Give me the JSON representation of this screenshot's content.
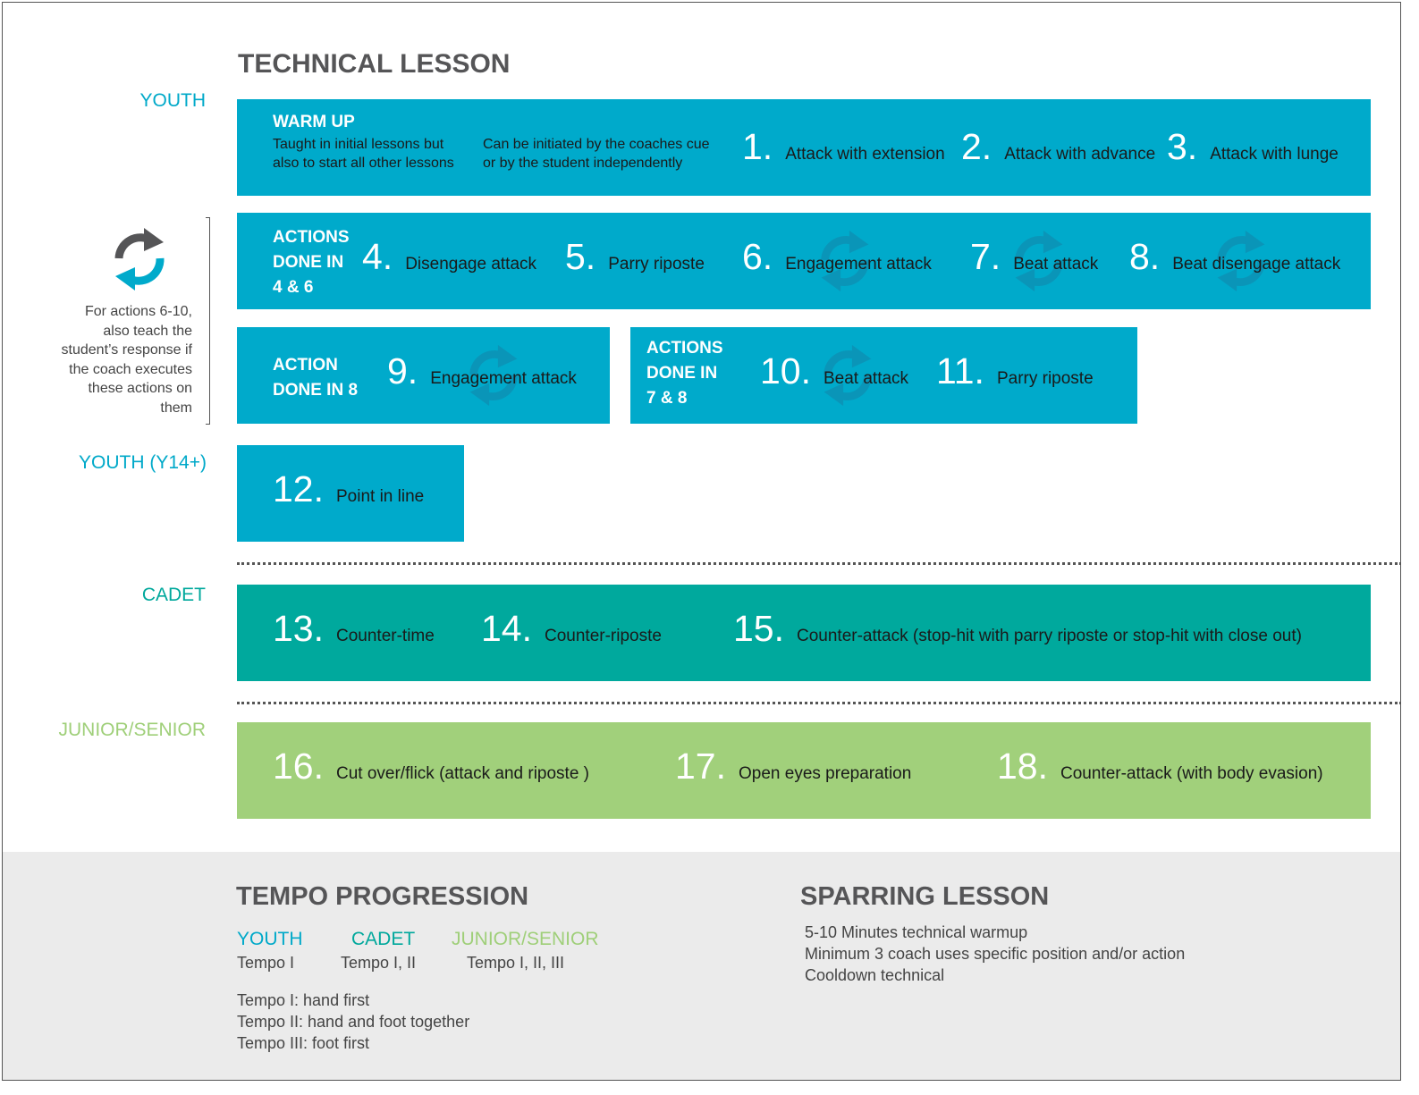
{
  "header": {
    "title": "TECHNICAL LESSON"
  },
  "levels": {
    "youth": "YOUTH",
    "youth14": "YOUTH (Y14+)",
    "cadet": "CADET",
    "junior": "JUNIOR/SENIOR"
  },
  "note": "For actions 6-10, also teach the student’s response if the coach executes these actions on them",
  "row1": {
    "header": "WARM UP",
    "sub1": "Taught in initial lessons but\nalso to start all other lessons",
    "sub2": "Can be initiated by the coaches cue\nor by the student independently",
    "items": [
      {
        "num": "1.",
        "label": "Attack with extension"
      },
      {
        "num": "2.",
        "label": "Attack with advance"
      },
      {
        "num": "3.",
        "label": "Attack with lunge"
      }
    ]
  },
  "row2": {
    "header": "ACTIONS\nDONE IN\n4 & 6",
    "items": [
      {
        "num": "4.",
        "label": "Disengage attack"
      },
      {
        "num": "5.",
        "label": "Parry riposte"
      },
      {
        "num": "6.",
        "label": "Engagement attack"
      },
      {
        "num": "7.",
        "label": "Beat attack"
      },
      {
        "num": "8.",
        "label": "Beat disengage attack"
      }
    ]
  },
  "row3a": {
    "header": "ACTION\nDONE IN 8",
    "items": [
      {
        "num": "9.",
        "label": "Engagement attack"
      }
    ]
  },
  "row3b": {
    "header": "ACTIONS\nDONE IN\n7 & 8",
    "items": [
      {
        "num": "10.",
        "label": "Beat attack"
      },
      {
        "num": "11.",
        "label": "Parry riposte"
      }
    ]
  },
  "row4": {
    "items": [
      {
        "num": "12.",
        "label": "Point in line"
      }
    ]
  },
  "row5": {
    "items": [
      {
        "num": "13.",
        "label": "Counter-time"
      },
      {
        "num": "14.",
        "label": "Counter-riposte"
      },
      {
        "num": "15.",
        "label": "Counter-attack (stop-hit with parry riposte or stop-hit with close out)"
      }
    ]
  },
  "row6": {
    "items": [
      {
        "num": "16.",
        "label": "Cut over/flick (attack and riposte )"
      },
      {
        "num": "17.",
        "label": "Open eyes preparation"
      },
      {
        "num": "18.",
        "label": "Counter-attack (with body evasion)"
      }
    ]
  },
  "tempo": {
    "title": "TEMPO PROGRESSION",
    "columns": [
      {
        "level": "YOUTH",
        "value": "Tempo I"
      },
      {
        "level": "CADET",
        "value": "Tempo I, II"
      },
      {
        "level": "JUNIOR/SENIOR",
        "value": "Tempo I, II, III"
      }
    ],
    "definitions": [
      "Tempo I: hand first",
      "Tempo II: hand and foot together",
      "Tempo III: foot first"
    ]
  },
  "sparring": {
    "title": "SPARRING LESSON",
    "lines": [
      "5-10 Minutes technical warmup",
      "Minimum 3 coach uses specific position and/or action",
      "Cooldown technical"
    ]
  },
  "colors": {
    "blue": "#00aacb",
    "teal": "#00a99d",
    "green": "#a1d07b",
    "title_gray": "#555557"
  },
  "icons": {
    "cycle": "cycle-arrows-icon"
  }
}
